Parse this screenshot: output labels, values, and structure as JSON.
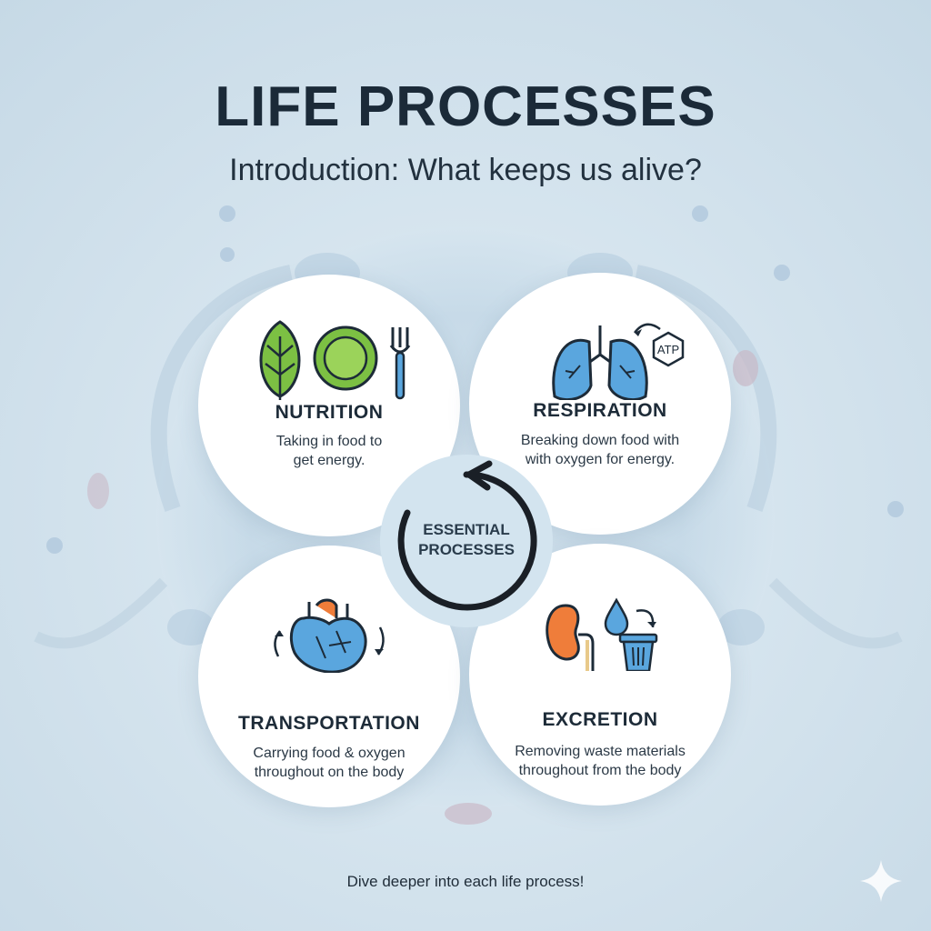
{
  "title": "LIFE PROCESSES",
  "subtitle": "Introduction: What keeps us alive?",
  "center": {
    "line1": "ESSENTIAL",
    "line2": "PROCESSES"
  },
  "cards": [
    {
      "title": "NUTRITION",
      "desc_line1": "Taking in food to",
      "desc_line2": "get energy.",
      "icons": [
        "leaf-icon",
        "plate-icon",
        "fork-icon"
      ]
    },
    {
      "title": "RESPIRATION",
      "desc_line1": "Breaking down food with",
      "desc_line2": "with oxygen for energy.",
      "icons": [
        "lungs-icon",
        "cycle-arrow-icon",
        "atp-icon"
      ],
      "atp_label": "ATP"
    },
    {
      "title": "TRANSPORTATION",
      "desc_line1": "Carrying food & oxygen",
      "desc_line2": "throughout on the body",
      "icons": [
        "heart-icon",
        "circulation-arrows-icon"
      ]
    },
    {
      "title": "EXCRETION",
      "desc_line1": "Removing waste materials",
      "desc_line2": "throughout from the body",
      "icons": [
        "kidney-icon",
        "water-drop-icon",
        "trash-bin-icon"
      ]
    }
  ],
  "footer": "Dive deeper into each life process!",
  "colors": {
    "title": "#1b2a38",
    "green": "#7cc043",
    "blue": "#5aa6de",
    "orange": "#ef7d3a",
    "hub_ring": "#1a1f26"
  }
}
